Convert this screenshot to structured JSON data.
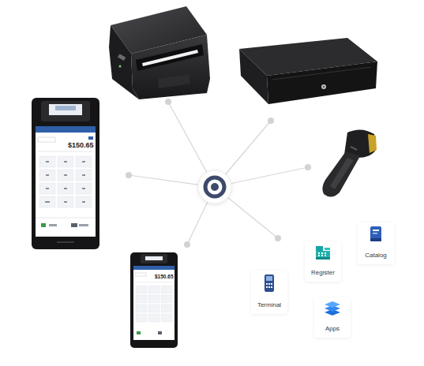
{
  "diagram": {
    "nodes": [
      {
        "text": [
          "Catalog"
        ]
      },
      {
        "text": [
          "Register"
        ]
      },
      {
        "text": [
          "Terminal"
        ]
      },
      {
        "text": [
          "Apps"
        ]
      }
    ],
    "labels": [
      "$150.65",
      "$150.65"
    ]
  }
}
